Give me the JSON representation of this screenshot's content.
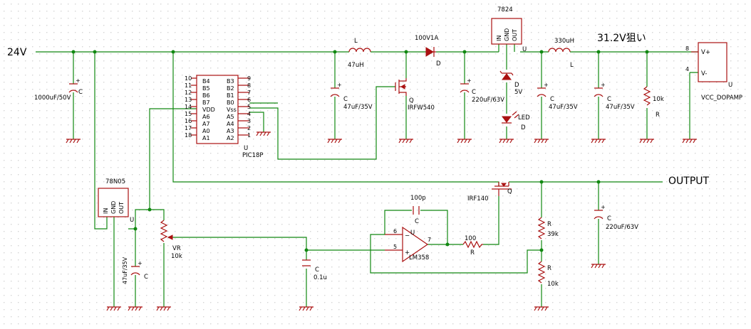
{
  "nets": {
    "input": "24V",
    "output": "OUTPUT",
    "target": "31.2V狙い"
  },
  "parts": {
    "c_in": {
      "ref": "C",
      "value": "1000uF/50V"
    },
    "l1": {
      "ref": "L",
      "value": "47uH"
    },
    "c1": {
      "ref": "C",
      "value": "47uF/35V"
    },
    "d_main": {
      "ref": "D",
      "value": "100V1A"
    },
    "q_sw": {
      "ref": "Q",
      "value": "IRFW540"
    },
    "c2": {
      "ref": "C",
      "value": "220uF/63V"
    },
    "reg24": {
      "value": "7824",
      "pins": [
        "IN",
        "GND",
        "OUT"
      ],
      "out_label": "U"
    },
    "zener": {
      "ref": "D",
      "value": "5V"
    },
    "led": {
      "ref": "D",
      "value": "LED"
    },
    "l2": {
      "ref": "L",
      "value": "330uH"
    },
    "c3": {
      "ref": "C",
      "value": "47uF/35V"
    },
    "c4": {
      "ref": "C",
      "value": "47uF/35V"
    },
    "r_load": {
      "ref": "R",
      "value": "10k"
    },
    "vcc": {
      "ref": "U",
      "value": "VCC_DOPAMP",
      "pin_plus": "V+",
      "pin_minus": "V-",
      "pin_plus_num": "8",
      "pin_minus_num": "4"
    },
    "mcu": {
      "ref": "U",
      "value": "PIC18P",
      "left_pins": [
        {
          "num": "10",
          "name": "B4"
        },
        {
          "num": "11",
          "name": "B5"
        },
        {
          "num": "12",
          "name": "B6"
        },
        {
          "num": "13",
          "name": "B7"
        },
        {
          "num": "14",
          "name": "VDD"
        },
        {
          "num": "15",
          "name": "A6"
        },
        {
          "num": "16",
          "name": "A7"
        },
        {
          "num": "17",
          "name": "A0"
        },
        {
          "num": "18",
          "name": "A1"
        }
      ],
      "right_pins": [
        {
          "num": "9",
          "name": "B3"
        },
        {
          "num": "8",
          "name": "B2"
        },
        {
          "num": "7",
          "name": "B1"
        },
        {
          "num": "6",
          "name": "B0"
        },
        {
          "num": "5",
          "name": "Vss"
        },
        {
          "num": "4",
          "name": "A5"
        },
        {
          "num": "3",
          "name": "A4"
        },
        {
          "num": "2",
          "name": "A3"
        },
        {
          "num": "1",
          "name": "A2"
        }
      ]
    },
    "reg5": {
      "value": "78N05",
      "pins": [
        "IN",
        "GND",
        "OUT"
      ],
      "out_label": "U"
    },
    "c5": {
      "ref": "C",
      "value": "47uF/35V"
    },
    "vr": {
      "ref": "VR",
      "value": "10k"
    },
    "c6": {
      "ref": "C",
      "value": "0.1u"
    },
    "c_fb": {
      "ref": "C",
      "value": "100p"
    },
    "opamp": {
      "ref": "U",
      "value": "LM358",
      "pin_neg": "6",
      "pin_pos": "5",
      "pin_out": "7"
    },
    "r_g": {
      "ref": "R",
      "value": "100"
    },
    "q_pass": {
      "ref": "Q",
      "value": "IRF140"
    },
    "r_top": {
      "ref": "R",
      "value": "39k"
    },
    "r_bot": {
      "ref": "R",
      "value": "10k"
    },
    "c_out": {
      "ref": "C",
      "value": "220uF/63V"
    }
  }
}
